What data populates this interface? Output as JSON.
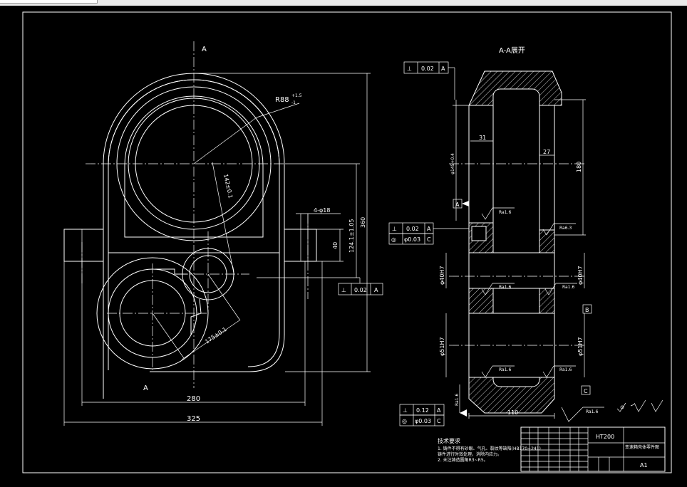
{
  "front_view": {
    "section_mark_top": "A",
    "section_mark_bottom": "A",
    "radius_label": "R88",
    "radius_tol": "+1.5",
    "radius_tol_low": "-1",
    "dim_lower_hole": "142±0.1",
    "dim_hole_pattern": "4-φ18",
    "dim_40": "40",
    "dim_124": "124.1±1.05",
    "dim_360": "360",
    "dim_175": "175±0.1",
    "dim_280": "280",
    "dim_325": "325",
    "perp_symbol": "⊥",
    "perp_value": "0.02",
    "perp_datum": "A"
  },
  "section_view": {
    "title": "A-A展开",
    "top_fc_symbol": "⊥",
    "top_fc_value": "0.02",
    "top_fc_datum": "A",
    "dim_31": "31",
    "dim_27": "27",
    "dim_180": "180",
    "dim_dia_upper": "φ145+0.4",
    "datum_a": "A",
    "datum_b": "B",
    "datum_c": "C",
    "mid_fc1_symbol": "⊥",
    "mid_fc1_value": "0.02",
    "mid_fc1_datum": "A",
    "mid_fc2_symbol": "◎",
    "mid_fc2_value": "φ0.03",
    "mid_fc2_datum": "C",
    "dia_h7_left_upper": "φ40H7",
    "dia_h7_right_upper": "φ40H7",
    "dia_h7_left_lower": "φ51H7",
    "dia_h7_right_lower": "φ51H7",
    "rough_1": "Ra1.6",
    "rough_2": "Ra6.3",
    "rough_3": "Ra1.6",
    "rough_4": "Ra1.6",
    "rough_5": "Ra1.6",
    "rough_6": "Ra1.6",
    "rough_7": "Ra1.6",
    "rough_side": "Ra1.6",
    "dim_110": "110",
    "bot_fc1_symbol": "⊥",
    "bot_fc1_value": "0.12",
    "bot_fc1_datum": "A",
    "bot_fc2_symbol": "◎",
    "bot_fc2_value": "φ0.03",
    "bot_fc2_datum": "C"
  },
  "notes": {
    "title": "技术要求",
    "line1": "1. 铸件不得有砂眼、气孔、裂纹等缺陷(HB170~241)",
    "line2": "铸件进行时效处理，消除内应力。",
    "line3": "2. 未注铸造圆角R3~R5。"
  },
  "title_block": {
    "material": "HT200",
    "part_name": "变速箱壳体零件图",
    "sheet_size": "A1"
  }
}
